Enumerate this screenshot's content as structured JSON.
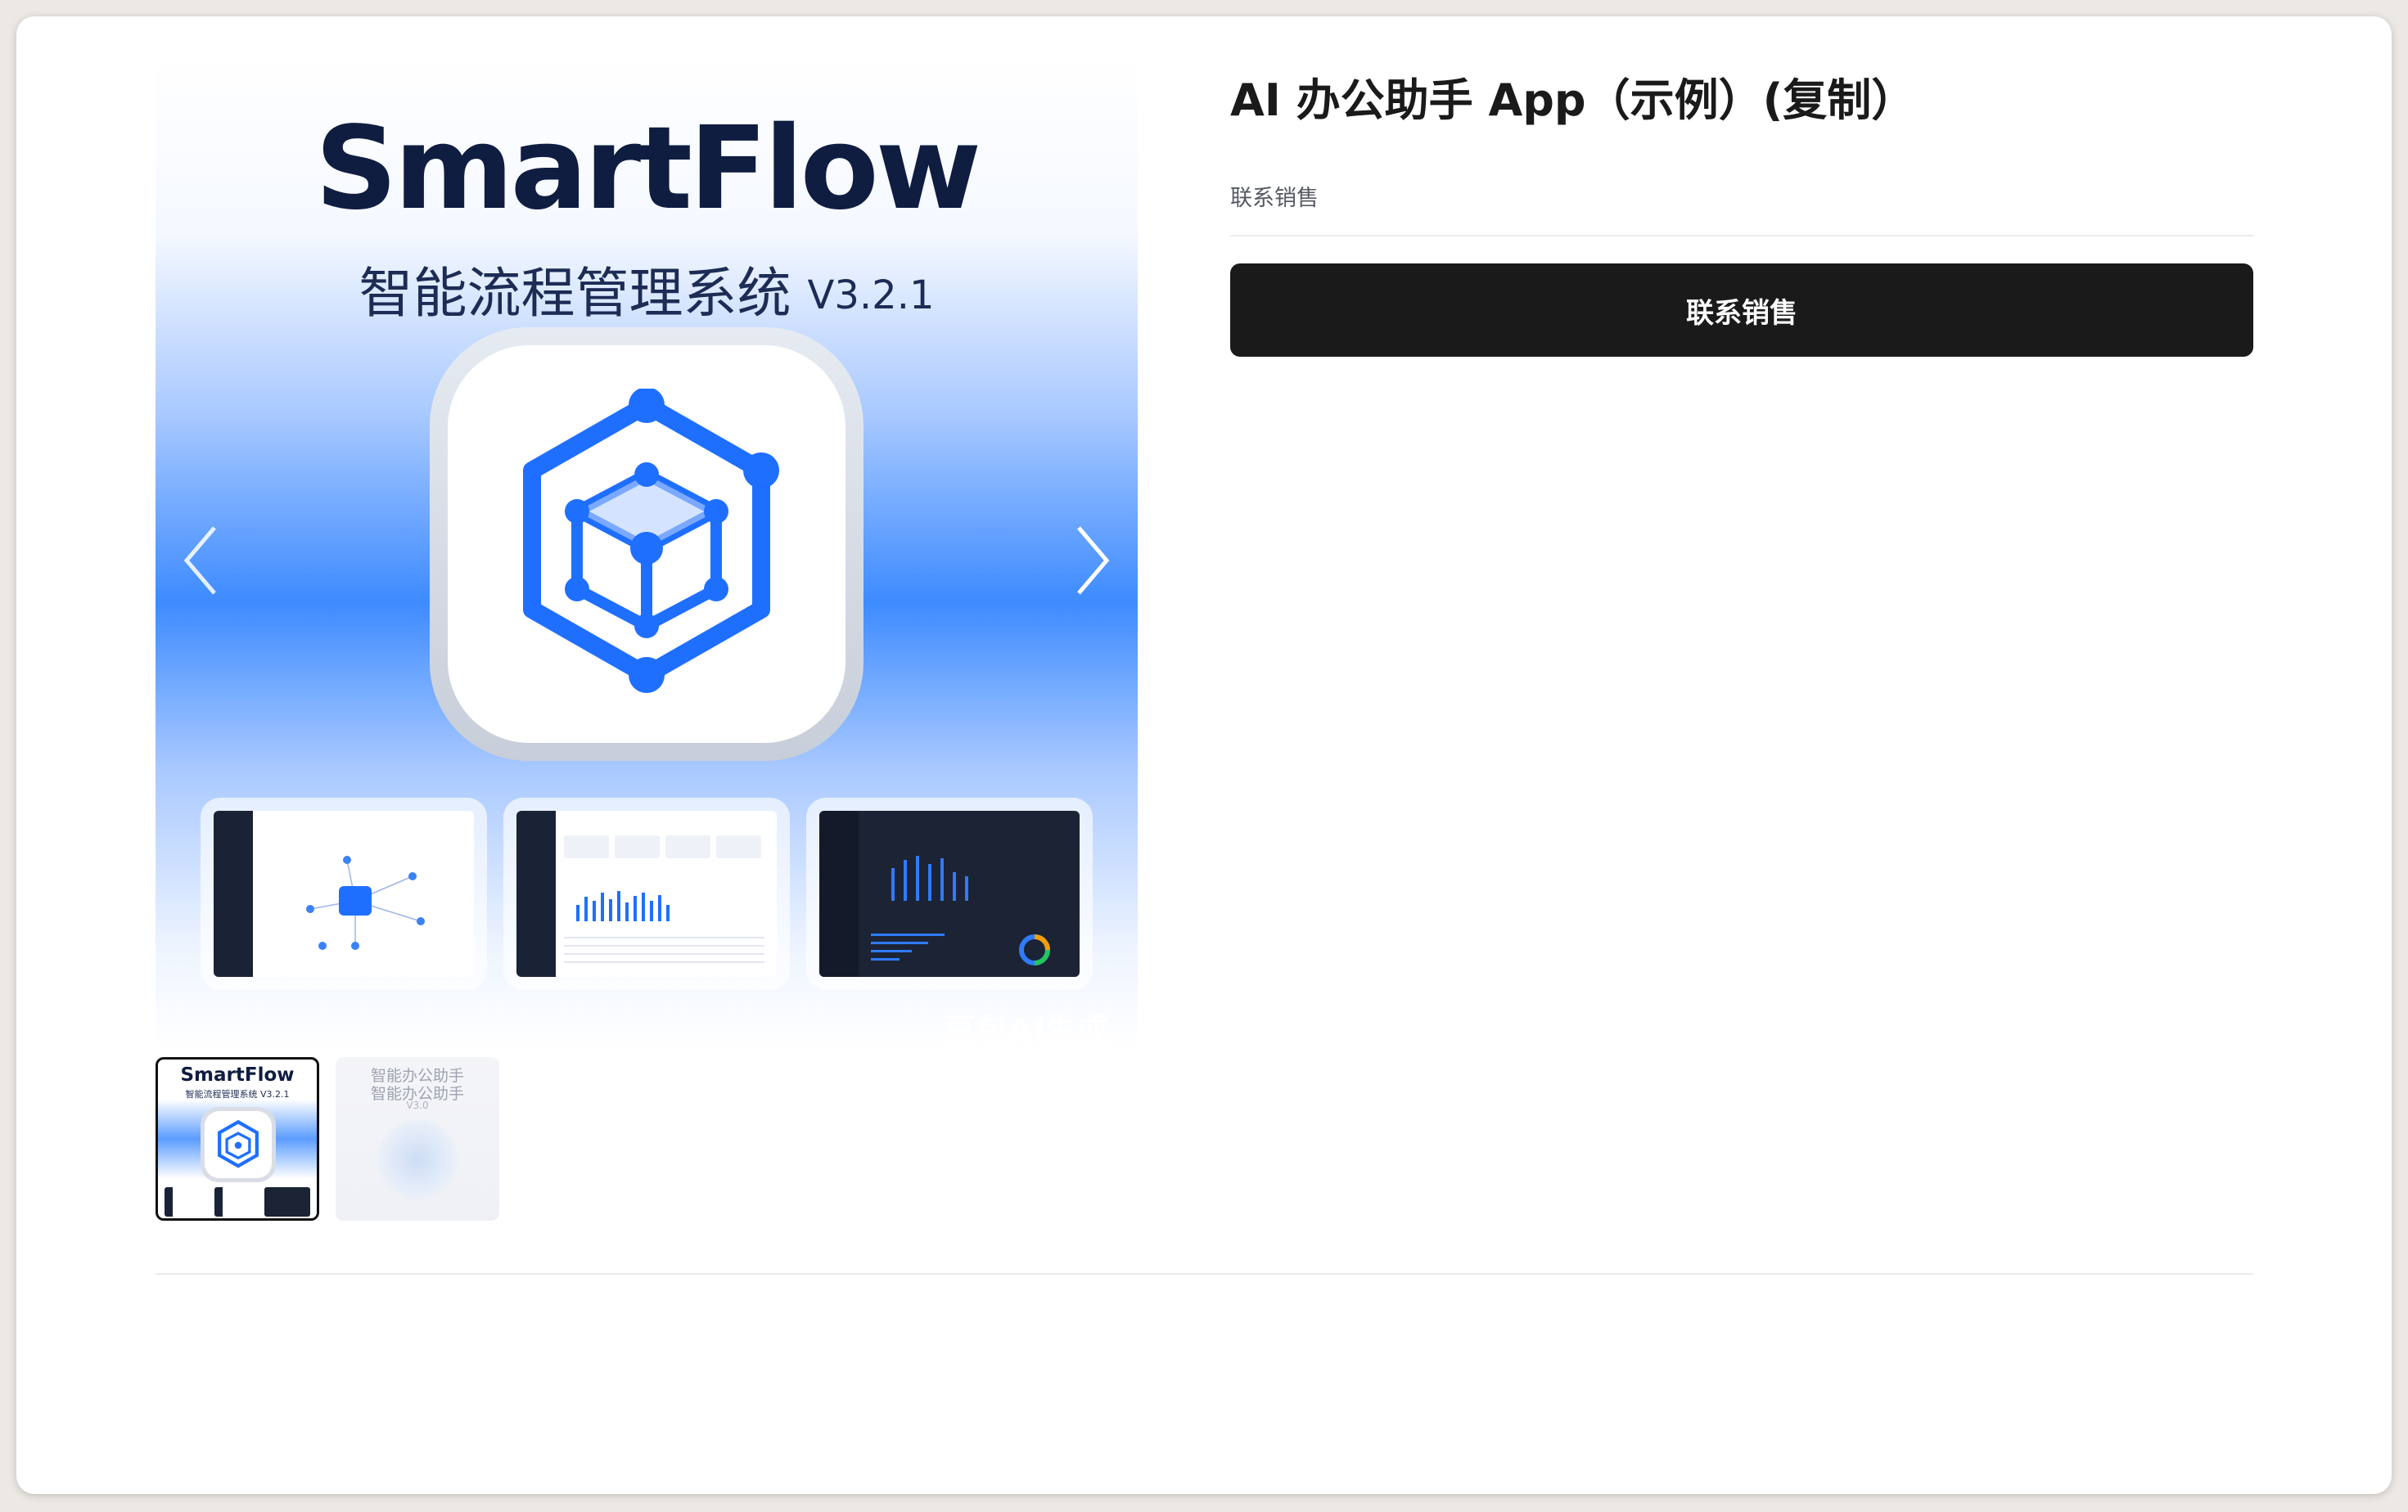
{
  "product": {
    "title": "AI 办公助手 App（示例）(复制）",
    "subtitle": "联系销售",
    "cta_label": "联系销售"
  },
  "carousel": {
    "hero_title": "SmartFlow",
    "hero_subtitle": "智能流程管理系统",
    "hero_version": "V3.2.1",
    "watermark": "豆包AI生成",
    "prev_icon": "chevron-left-icon",
    "next_icon": "chevron-right-icon",
    "screenshots": [
      "light-workflow",
      "light-dashboard",
      "dark-dashboard"
    ]
  },
  "thumbnails": [
    {
      "title": "SmartFlow",
      "subtitle": "智能流程管理系统 V3.2.1",
      "active": true
    },
    {
      "line1": "智能办公助手",
      "line2": "智能办公助手",
      "version": "V3.0",
      "active": false
    }
  ],
  "colors": {
    "accent": "#1f6fff",
    "cta_bg": "#1a1a1a",
    "brand_dark": "#0f1d40"
  }
}
